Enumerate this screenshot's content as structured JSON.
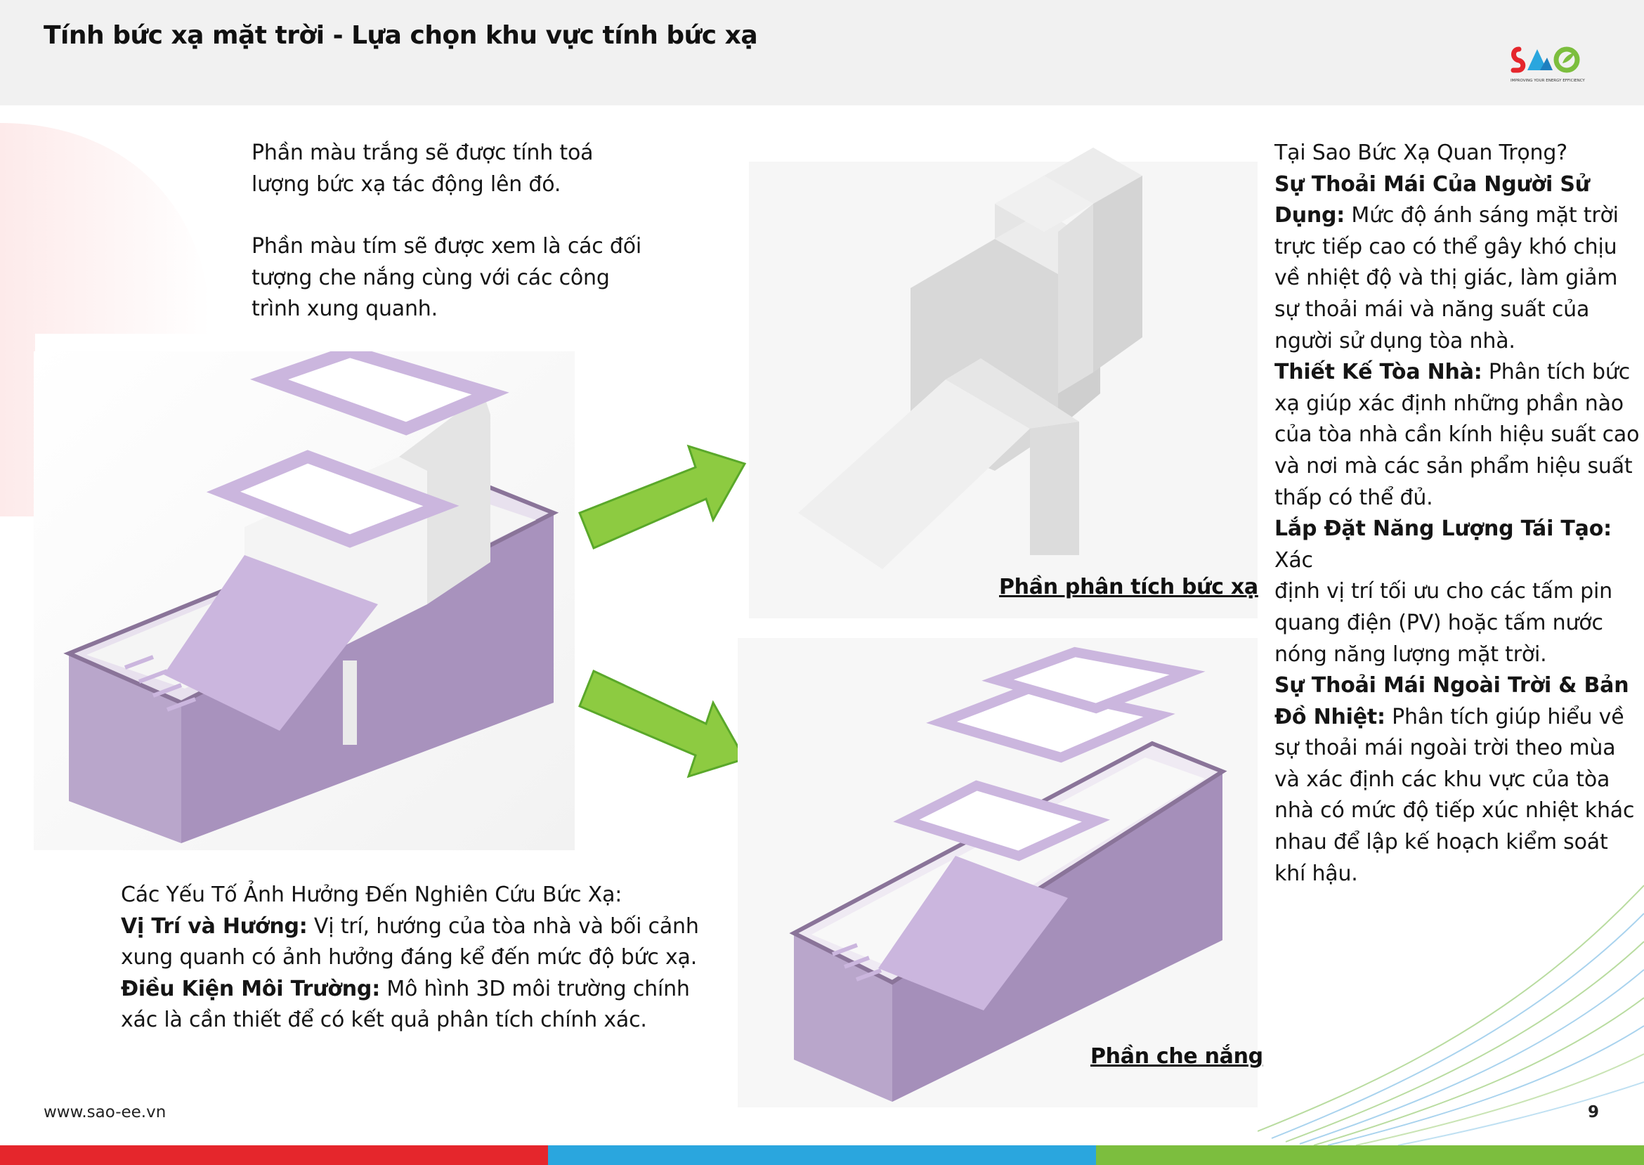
{
  "header": {
    "title": "Tính bức xạ mặt trời - Lựa chọn khu vực tính bức xạ",
    "logo_text": "SAO",
    "logo_tagline": "IMPROVING YOUR ENERGY EFFICIENCY"
  },
  "intro": {
    "p1_line1": "Phần màu trắng sẽ được tính toá",
    "p1_line2": "lượng bức xạ tác động lên đó.",
    "p2_line1": "Phần màu tím sẽ được xem là các đối",
    "p2_line2": "tượng che nắng cùng với các công",
    "p2_line3": "trình xung quanh."
  },
  "factors": {
    "heading": "Các Yếu Tố Ảnh Hưởng Đến Nghiên Cứu Bức Xạ:",
    "item1_label": "Vị Trí và Hướng:",
    "item1_line1": " Vị trí, hướng của tòa nhà và bối cảnh",
    "item1_line2": "xung quanh có ảnh hưởng đáng kể đến mức độ bức xạ.",
    "item2_label": "Điều Kiện Môi Trường:",
    "item2_line1": " Mô hình 3D môi trường chính",
    "item2_line2": "xác là cần thiết để có kết quả phân tích chính xác."
  },
  "why": {
    "heading": "Tại Sao Bức Xạ Quan Trọng?",
    "l1_bold": "Sự Thoải Mái Của Người Sử",
    "l2_bold": "Dụng:",
    "l2_rest": " Mức độ ánh sáng mặt trời",
    "l3": "trực tiếp cao có thể gây khó chịu",
    "l4": "về nhiệt độ và thị giác, làm giảm",
    "l5": "sự thoải mái và năng suất của",
    "l6": "người sử dụng tòa nhà.",
    "l7_bold": "Thiết Kế Tòa Nhà:",
    "l7_rest": " Phân tích bức",
    "l8": "xạ giúp xác định những phần nào",
    "l9": "của tòa nhà cần kính hiệu suất cao",
    "l10": "và nơi mà các sản phẩm hiệu suất",
    "l11": "thấp có thể đủ.",
    "l12_bold": "Lắp Đặt Năng Lượng Tái Tạo:",
    "l12_rest": " Xác",
    "l13": "định vị trí tối ưu cho các tấm pin",
    "l14": "quang điện (PV) hoặc tấm nước",
    "l15": "nóng năng lượng mặt trời.",
    "l16_bold": "Sự Thoải Mái Ngoài Trời & Bản",
    "l17_bold": "Đồ Nhiệt:",
    "l17_rest": " Phân tích giúp hiểu về",
    "l18": "sự thoải mái ngoài trời theo mùa",
    "l19": "và xác định các khu vực của tòa",
    "l20": "nhà có mức độ tiếp xúc nhiệt khác",
    "l21": "nhau để lập kế hoạch kiểm soát",
    "l22": "khí hậu."
  },
  "captions": {
    "analysis": "Phần phân tích bức xạ",
    "shading": "Phần che nắng"
  },
  "footer": {
    "url": "www.sao-ee.vn",
    "page": "9"
  },
  "colors": {
    "purple": "#cbb6de",
    "purple_dark": "#8a7499",
    "arrow_green": "#8dcb41",
    "bar_red": "#e5262c",
    "bar_blue": "#2aa6de",
    "bar_green": "#7cbe3e"
  }
}
